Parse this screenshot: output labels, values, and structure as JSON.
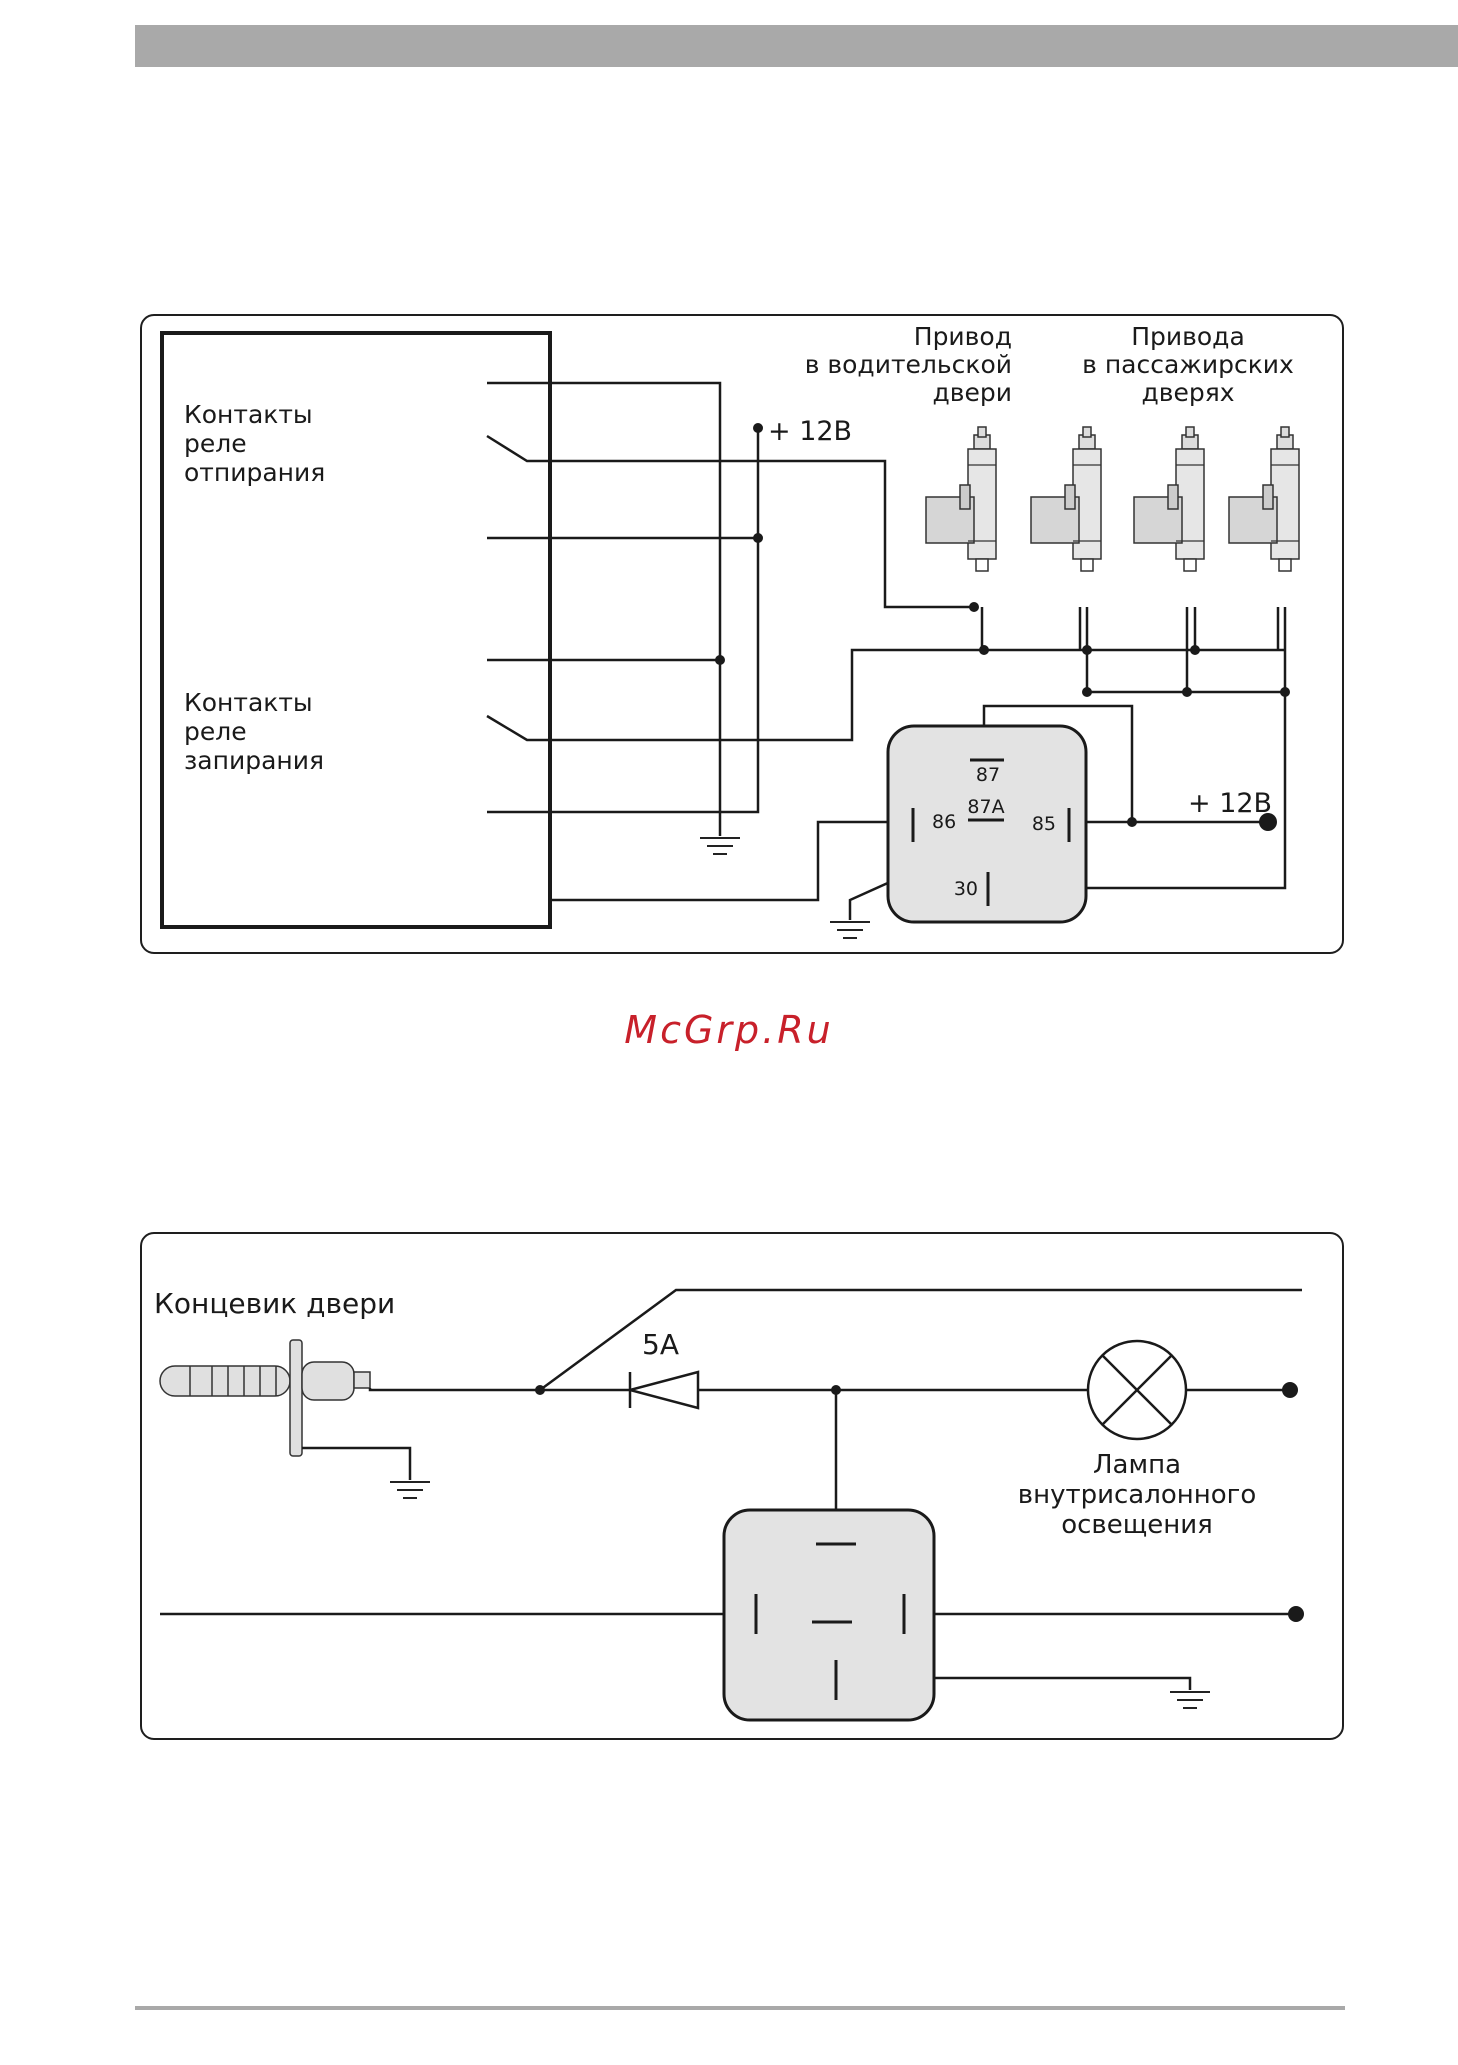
{
  "watermark": "McGrp.Ru",
  "diagram1": {
    "unlock_relay_label": [
      "Контакты",
      "реле",
      "отпирания"
    ],
    "lock_relay_label": [
      "Контакты",
      "реле",
      "запирания"
    ],
    "driver_actuator_label": [
      "Привод",
      "в водительской",
      "двери"
    ],
    "passenger_actuators_label": [
      "Привода",
      "в пассажирских",
      "дверях"
    ],
    "plus12v_top": "+ 12В",
    "plus12v_relay": "+ 12В",
    "relay_pins": {
      "p87": "87",
      "p87a": "87A",
      "p86": "86",
      "p85": "85",
      "p30": "30"
    }
  },
  "diagram2": {
    "door_switch_label": "Концевик двери",
    "fuse_label": "5A",
    "lamp_label": [
      "Лампа",
      "внутрисалонного",
      "освещения"
    ]
  }
}
